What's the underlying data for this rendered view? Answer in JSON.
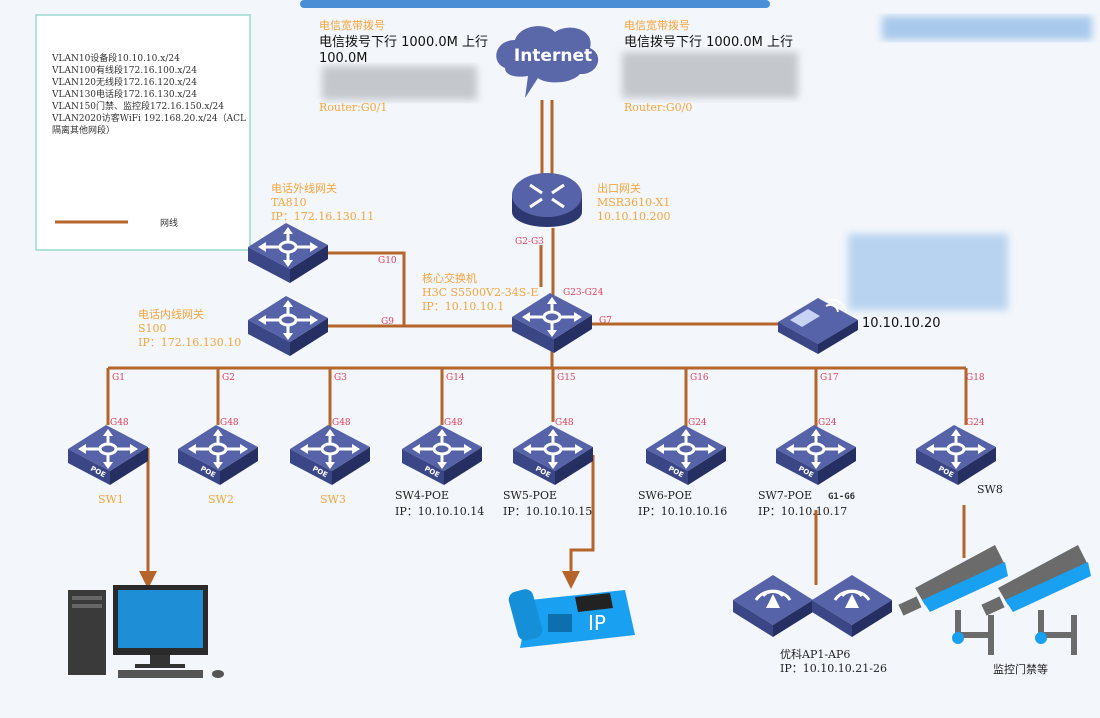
{
  "legend": {
    "vlans": [
      "VLAN10设备段10.10.10.x/24",
      "VLAN100有线段172.16.100.x/24",
      "VLAN120无线段172.16.120.x/24",
      "VLAN130电话段172.16.130.x/24",
      "VLAN150门禁、监控段172.16.150.x/24",
      "VLAN2020访客WiFi 192.168.20.x/24（ACL",
      "隔离其他网段）"
    ],
    "wire_label": "网线"
  },
  "internet": {
    "label": "Internet"
  },
  "isp_left": {
    "title": "电信宽带拨号",
    "line1": "电信拨号下行 1000.0M 上行",
    "line2": "100.0M",
    "port": "Router:G0/1"
  },
  "isp_right": {
    "title": "电信宽带拨号",
    "line1": "电信拨号下行 1000.0M 上行",
    "port": "Router:G0/0"
  },
  "router": {
    "name": "出口网关",
    "model": "MSR3610-X1",
    "ip": "10.10.10.200",
    "port_down": "G2-G3"
  },
  "core": {
    "name": "核心交换机",
    "model": "H3C S5500V2-34S-E",
    "ip": "IP：10.10.10.1",
    "port_up": "G23-G24",
    "port_g7": "G7",
    "port_g9": "G9",
    "port_g10": "G10"
  },
  "ta810": {
    "name": "电话外线网关",
    "model": "TA810",
    "ip": "IP：172.16.130.11"
  },
  "s100": {
    "name": "电话内线网关",
    "model": "S100",
    "ip": "IP：172.16.130.10"
  },
  "access_ctrl": {
    "ip": "10.10.10.20"
  },
  "switches": [
    {
      "name": "SW1",
      "up": "G1",
      "down": "G48",
      "ip": ""
    },
    {
      "name": "SW2",
      "up": "G2",
      "down": "G48",
      "ip": ""
    },
    {
      "name": "SW3",
      "up": "G3",
      "down": "G48",
      "ip": ""
    },
    {
      "name": "SW4-POE",
      "up": "G14",
      "down": "G48",
      "ip": "IP：10.10.10.14"
    },
    {
      "name": "SW5-POE",
      "up": "G15",
      "down": "G48",
      "ip": "IP：10.10.10.15"
    },
    {
      "name": "SW6-POE",
      "up": "G16",
      "down": "G24",
      "ip": "IP：10.10.10.16"
    },
    {
      "name": "SW7-POE",
      "up": "G17",
      "down": "G24",
      "ip": "IP：10.10.10.17"
    },
    {
      "name": "SW8",
      "up": "G18",
      "down": "G24",
      "ip": ""
    }
  ],
  "sw7_ap_ports": "G1-G6",
  "poe_label": "POE",
  "aps": {
    "name": "优科AP1-AP6",
    "ip": "IP：10.10.10.21-26"
  },
  "cameras": {
    "label": "监控门禁等"
  },
  "colors": {
    "wire": "#b5652a",
    "device": "#4f5fa3",
    "label_orange": "#f5a53a",
    "port_red": "#e0405a"
  }
}
